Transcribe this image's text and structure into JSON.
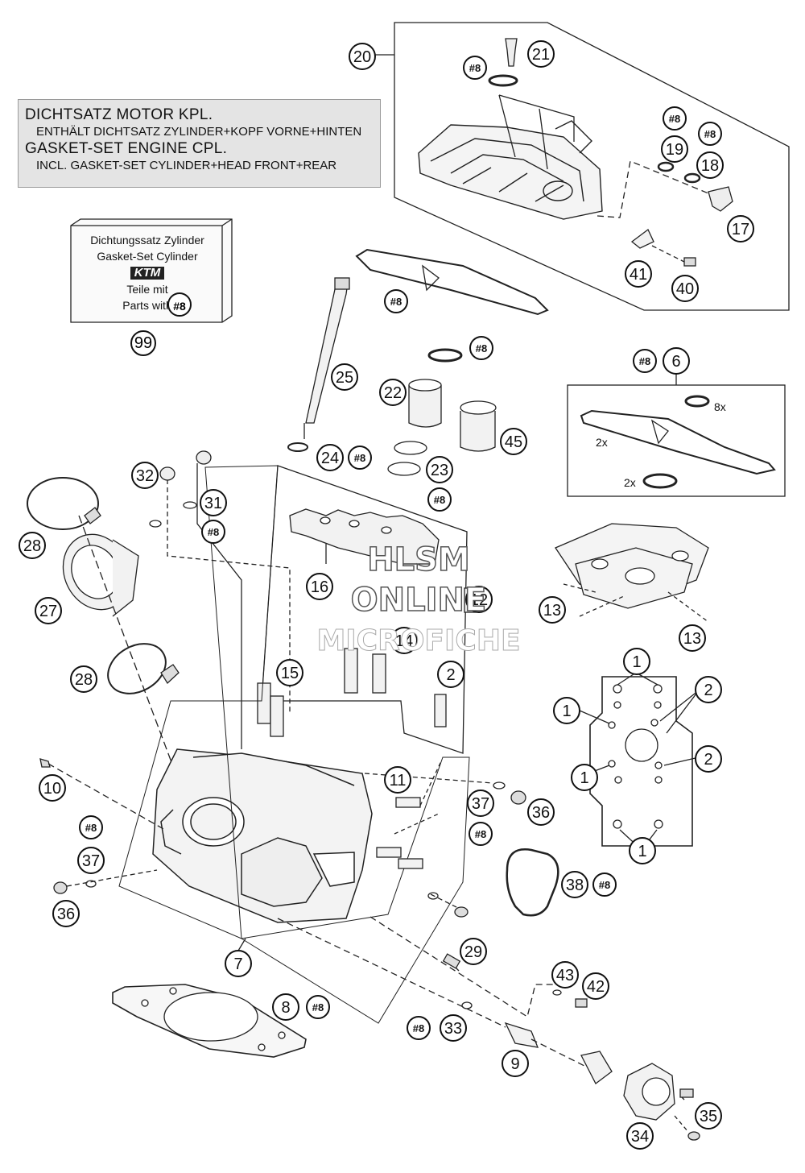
{
  "notice": {
    "line1": "DICHTSATZ MOTOR KPL.",
    "line2": "ENTHÄLT DICHTSATZ ZYLINDER+KOPF VORNE+HINTEN",
    "line3": "GASKET-SET ENGINE CPL.",
    "line4": "INCL. GASKET-SET CYLINDER+HEAD FRONT+REAR"
  },
  "kit_box": {
    "line1": "Dichtungssatz Zylinder",
    "line2": "Gasket-Set Cylinder",
    "logo": "KTM",
    "line3": "Teile mit",
    "line4": "Parts with",
    "ref": "#8",
    "part": "99"
  },
  "watermark": {
    "line1": "HLSM",
    "line2": "ONLINE",
    "line3": "MICROFICHE"
  },
  "qty": {
    "seal_8x": "8x",
    "gasket_2x": "2x",
    "ring_2x": "2x"
  },
  "callouts": [
    {
      "label": "20"
    },
    {
      "label": "21"
    },
    {
      "label": "#8"
    },
    {
      "label": "#8"
    },
    {
      "label": "#8"
    },
    {
      "label": "19"
    },
    {
      "label": "18"
    },
    {
      "label": "17"
    },
    {
      "label": "41"
    },
    {
      "label": "40"
    },
    {
      "label": "#8"
    },
    {
      "label": "25"
    },
    {
      "label": "#8"
    },
    {
      "label": "22"
    },
    {
      "label": "45"
    },
    {
      "label": "#8"
    },
    {
      "label": "6"
    },
    {
      "label": "24"
    },
    {
      "label": "#8"
    },
    {
      "label": "23"
    },
    {
      "label": "#8"
    },
    {
      "label": "32"
    },
    {
      "label": "31"
    },
    {
      "label": "#8"
    },
    {
      "label": "28"
    },
    {
      "label": "27"
    },
    {
      "label": "16"
    },
    {
      "label": "12"
    },
    {
      "label": "14"
    },
    {
      "label": "13"
    },
    {
      "label": "13"
    },
    {
      "label": "28"
    },
    {
      "label": "15"
    },
    {
      "label": "2"
    },
    {
      "label": "1"
    },
    {
      "label": "2"
    },
    {
      "label": "1"
    },
    {
      "label": "2"
    },
    {
      "label": "1"
    },
    {
      "label": "1"
    },
    {
      "label": "11"
    },
    {
      "label": "10"
    },
    {
      "label": "37"
    },
    {
      "label": "36"
    },
    {
      "label": "#8"
    },
    {
      "label": "#8"
    },
    {
      "label": "37"
    },
    {
      "label": "38"
    },
    {
      "label": "#8"
    },
    {
      "label": "36"
    },
    {
      "label": "7"
    },
    {
      "label": "29"
    },
    {
      "label": "43"
    },
    {
      "label": "42"
    },
    {
      "label": "8"
    },
    {
      "label": "#8"
    },
    {
      "label": "#8"
    },
    {
      "label": "33"
    },
    {
      "label": "9"
    },
    {
      "label": "35"
    },
    {
      "label": "34"
    }
  ]
}
